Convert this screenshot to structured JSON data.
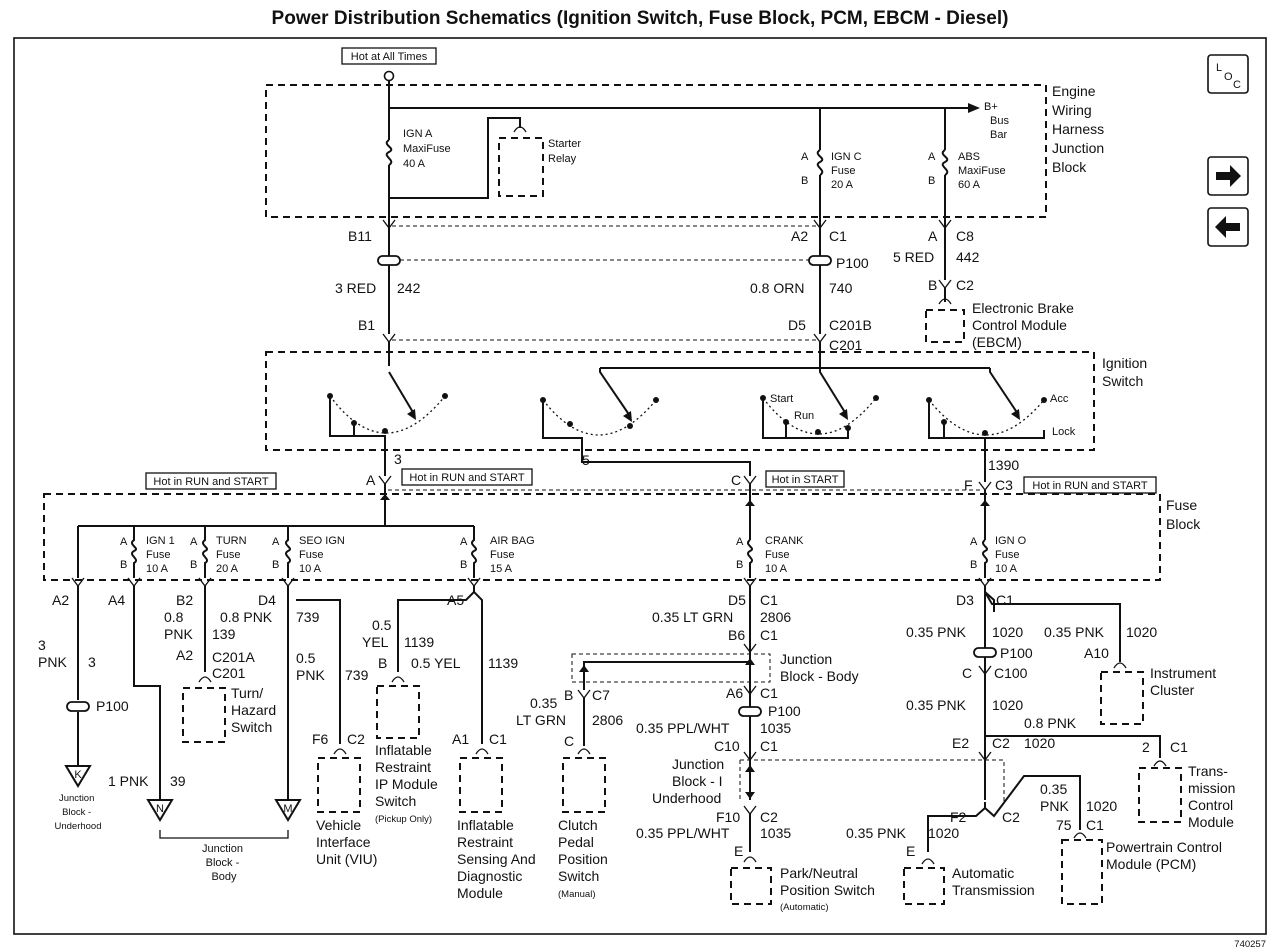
{
  "title": "Power Distribution Schematics (Ignition Switch, Fuse Block, PCM, EBCM - Diesel)",
  "figure_id": "740257",
  "nav": {
    "loc_label": "L O C",
    "forward_icon": "arrow-right-icon",
    "back_icon": "arrow-left-icon"
  },
  "status_labels": {
    "hot_all_times": "Hot at All Times",
    "run_start_left": "Hot in RUN and START",
    "run_start_center": "Hot in RUN and START",
    "start_only": "Hot in START",
    "run_start_right": "Hot in RUN and START"
  },
  "engine_block": {
    "name_lines": [
      "Engine",
      "Wiring",
      "Harness",
      "Junction",
      "Block"
    ],
    "bus_lines": [
      "B+",
      "Bus",
      "Bar"
    ],
    "ign_a": [
      "IGN A",
      "MaxiFuse",
      "40 A"
    ],
    "starter_relay": [
      "Starter",
      "Relay"
    ],
    "ign_c": [
      "IGN C",
      "Fuse",
      "20 A"
    ],
    "abs": [
      "ABS",
      "MaxiFuse",
      "60 A"
    ],
    "pin_a": "A",
    "pin_b": "B"
  },
  "connectors_top": {
    "b11": "B11",
    "a2": "A2",
    "c1": "C1",
    "p100": "P100",
    "a_c8": "A",
    "c8": "C8",
    "red5": "5 RED",
    "n442": "442",
    "b_c2": "B",
    "c2": "C2",
    "red3": "3 RED",
    "n242": "242",
    "orn": "0.8 ORN",
    "n740": "740",
    "b1": "B1",
    "d5": "D5",
    "c201b": "C201B",
    "c201": "C201"
  },
  "ebcm": [
    "Electronic Brake",
    "Control Module",
    "(EBCM)"
  ],
  "ignition_switch": {
    "name_lines": [
      "Ignition",
      "Switch"
    ],
    "start": "Start",
    "run": "Run",
    "acc": "Acc",
    "lock": "Lock",
    "w3": "3",
    "w5": "5",
    "w1390": "1390"
  },
  "fuse_block_connectors": {
    "a": "A",
    "c": "C",
    "f": "F",
    "c3": "C3"
  },
  "fuse_block": {
    "name_lines": [
      "Fuse",
      "Block"
    ],
    "fuses": [
      {
        "lines": [
          "IGN 1",
          "Fuse",
          "10 A"
        ]
      },
      {
        "lines": [
          "TURN",
          "Fuse",
          "20 A"
        ]
      },
      {
        "lines": [
          "SEO IGN",
          "Fuse",
          "10 A"
        ]
      },
      {
        "lines": [
          "AIR BAG",
          "Fuse",
          "15 A"
        ]
      },
      {
        "lines": [
          "CRANK",
          "Fuse",
          "10 A"
        ]
      },
      {
        "lines": [
          "IGN O",
          "Fuse",
          "10 A"
        ]
      }
    ],
    "pin_a": "A",
    "pin_b": "B"
  },
  "left_branch": {
    "a2": "A2",
    "a4": "A4",
    "b2": "B2",
    "d4": "D4",
    "a5": "A5",
    "pnk3": [
      "3",
      "PNK"
    ],
    "n3": "3",
    "p100": "P100",
    "pnk08": [
      "0.8",
      "PNK"
    ],
    "n139": "139",
    "a2_c201a": "A2",
    "c201a": "C201A",
    "c201": "C201",
    "pnk08b": "0.8 PNK",
    "n739a": "739",
    "pnk05": [
      "0.5",
      "PNK"
    ],
    "n739b": "739",
    "yel": [
      "0.5",
      "YEL"
    ],
    "n1139a": "1139",
    "b": "B",
    "yel2": "0.5 YEL",
    "n1139b": "1139",
    "pnk1": "1 PNK",
    "n39": "39",
    "f6": "F6",
    "c2": "C2",
    "a1": "A1",
    "c1": "C1",
    "k": "K",
    "n": "N",
    "m": "M"
  },
  "left_components": {
    "jb_underhood": [
      "Junction",
      "Block -",
      "Underhood"
    ],
    "jb_body": [
      "Junction",
      "Block -",
      "Body"
    ],
    "turn_hazard": [
      "Turn/",
      "Hazard",
      "Switch"
    ],
    "viu": [
      "Vehicle",
      "Interface",
      "Unit (VIU)"
    ],
    "ir_ip": [
      "Inflatable",
      "Restraint",
      "IP Module",
      "Switch"
    ],
    "ir_ip_note": "(Pickup Only)",
    "sdm": [
      "Inflatable",
      "Restraint",
      "Sensing And",
      "Diagnostic",
      "Module"
    ]
  },
  "center_branch": {
    "d5": "D5",
    "c1": "C1",
    "ltgrn": "0.35 LT GRN",
    "n2806": "2806",
    "b6": "B6",
    "c1b": "C1",
    "jb_body": [
      "Junction",
      "Block - Body"
    ],
    "b": "B",
    "c7": "C7",
    "ltgrn2": [
      "0.35",
      "LT GRN"
    ],
    "n2806b": "2806",
    "c": "C",
    "clutch": [
      "Clutch",
      "Pedal",
      "Position",
      "Switch"
    ],
    "clutch_note": "(Manual)",
    "a6": "A6",
    "c1c": "C1",
    "p100": "P100",
    "ppl": "0.35 PPL/WHT",
    "n1035": "1035",
    "c10": "C10",
    "c1d": "C1",
    "jb_under": [
      "Junction",
      "Block - I",
      "Underhood"
    ],
    "f10": "F10",
    "c2": "C2",
    "ppl2": "0.35 PPL/WHT",
    "n1035b": "1035",
    "e": "E",
    "park": [
      "Park/Neutral",
      "Position Switch"
    ],
    "park_note": "(Automatic)"
  },
  "right_branch": {
    "d3": "D3",
    "c1": "C1",
    "pnk": "0.35 PNK",
    "n1020": "1020",
    "pnk2": "0.35 PNK",
    "n1020b": "1020",
    "a10": "A10",
    "cluster": [
      "Instrument",
      "Cluster"
    ],
    "p100": "P100",
    "c": "C",
    "c100": "C100",
    "pnk3": "0.35 PNK",
    "n1020c": "1020",
    "pnk08": "0.8 PNK",
    "e2": "E2",
    "c2": "C2",
    "n1020d": "1020",
    "two": "2",
    "c1b": "C1",
    "tcm": [
      "Trans-",
      "mission",
      "Control",
      "Module"
    ],
    "pnk035": [
      "0.35",
      "PNK"
    ],
    "n1020e": "1020",
    "n75": "75",
    "c1c": "C1",
    "pcm": [
      "Powertrain Control",
      "Module (PCM)"
    ],
    "f2": "F2",
    "c2b": "C2",
    "pnk4": "0.35 PNK",
    "n1020f": "1020",
    "e": "E",
    "auto_trans": [
      "Automatic",
      "Transmission"
    ]
  }
}
